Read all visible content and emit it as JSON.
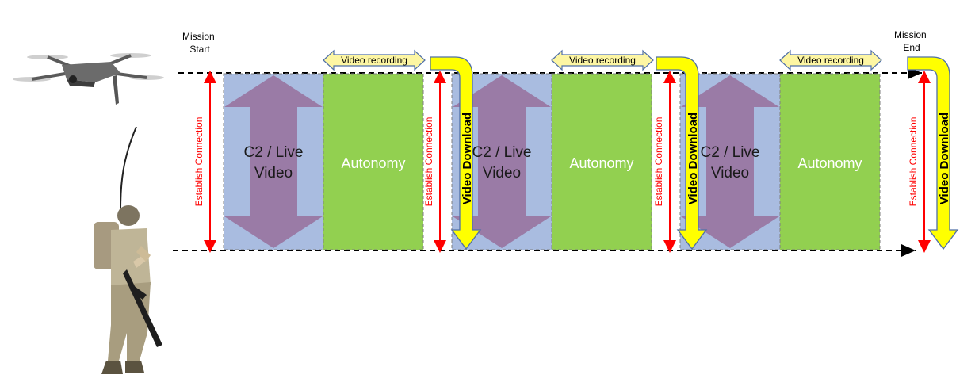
{
  "mission_start": [
    "Mission",
    "Start"
  ],
  "mission_end": [
    "Mission",
    "End"
  ],
  "establish_label": "Establish Connection",
  "c2_label": [
    "C2 / Live",
    "Video"
  ],
  "autonomy_label": "Autonomy",
  "video_recording_label": "Video recording",
  "video_download_label": "Video Download",
  "colors": {
    "c2_block": "#a9bce0",
    "double_arrow": "#9a7ba6",
    "autonomy_block": "#92d050",
    "yellow": "#ffff00",
    "recording_fill": "#fdf6a3",
    "establish": "#ff0000"
  },
  "icons": [
    "drone-icon",
    "soldier-icon",
    "antenna-icon"
  ]
}
